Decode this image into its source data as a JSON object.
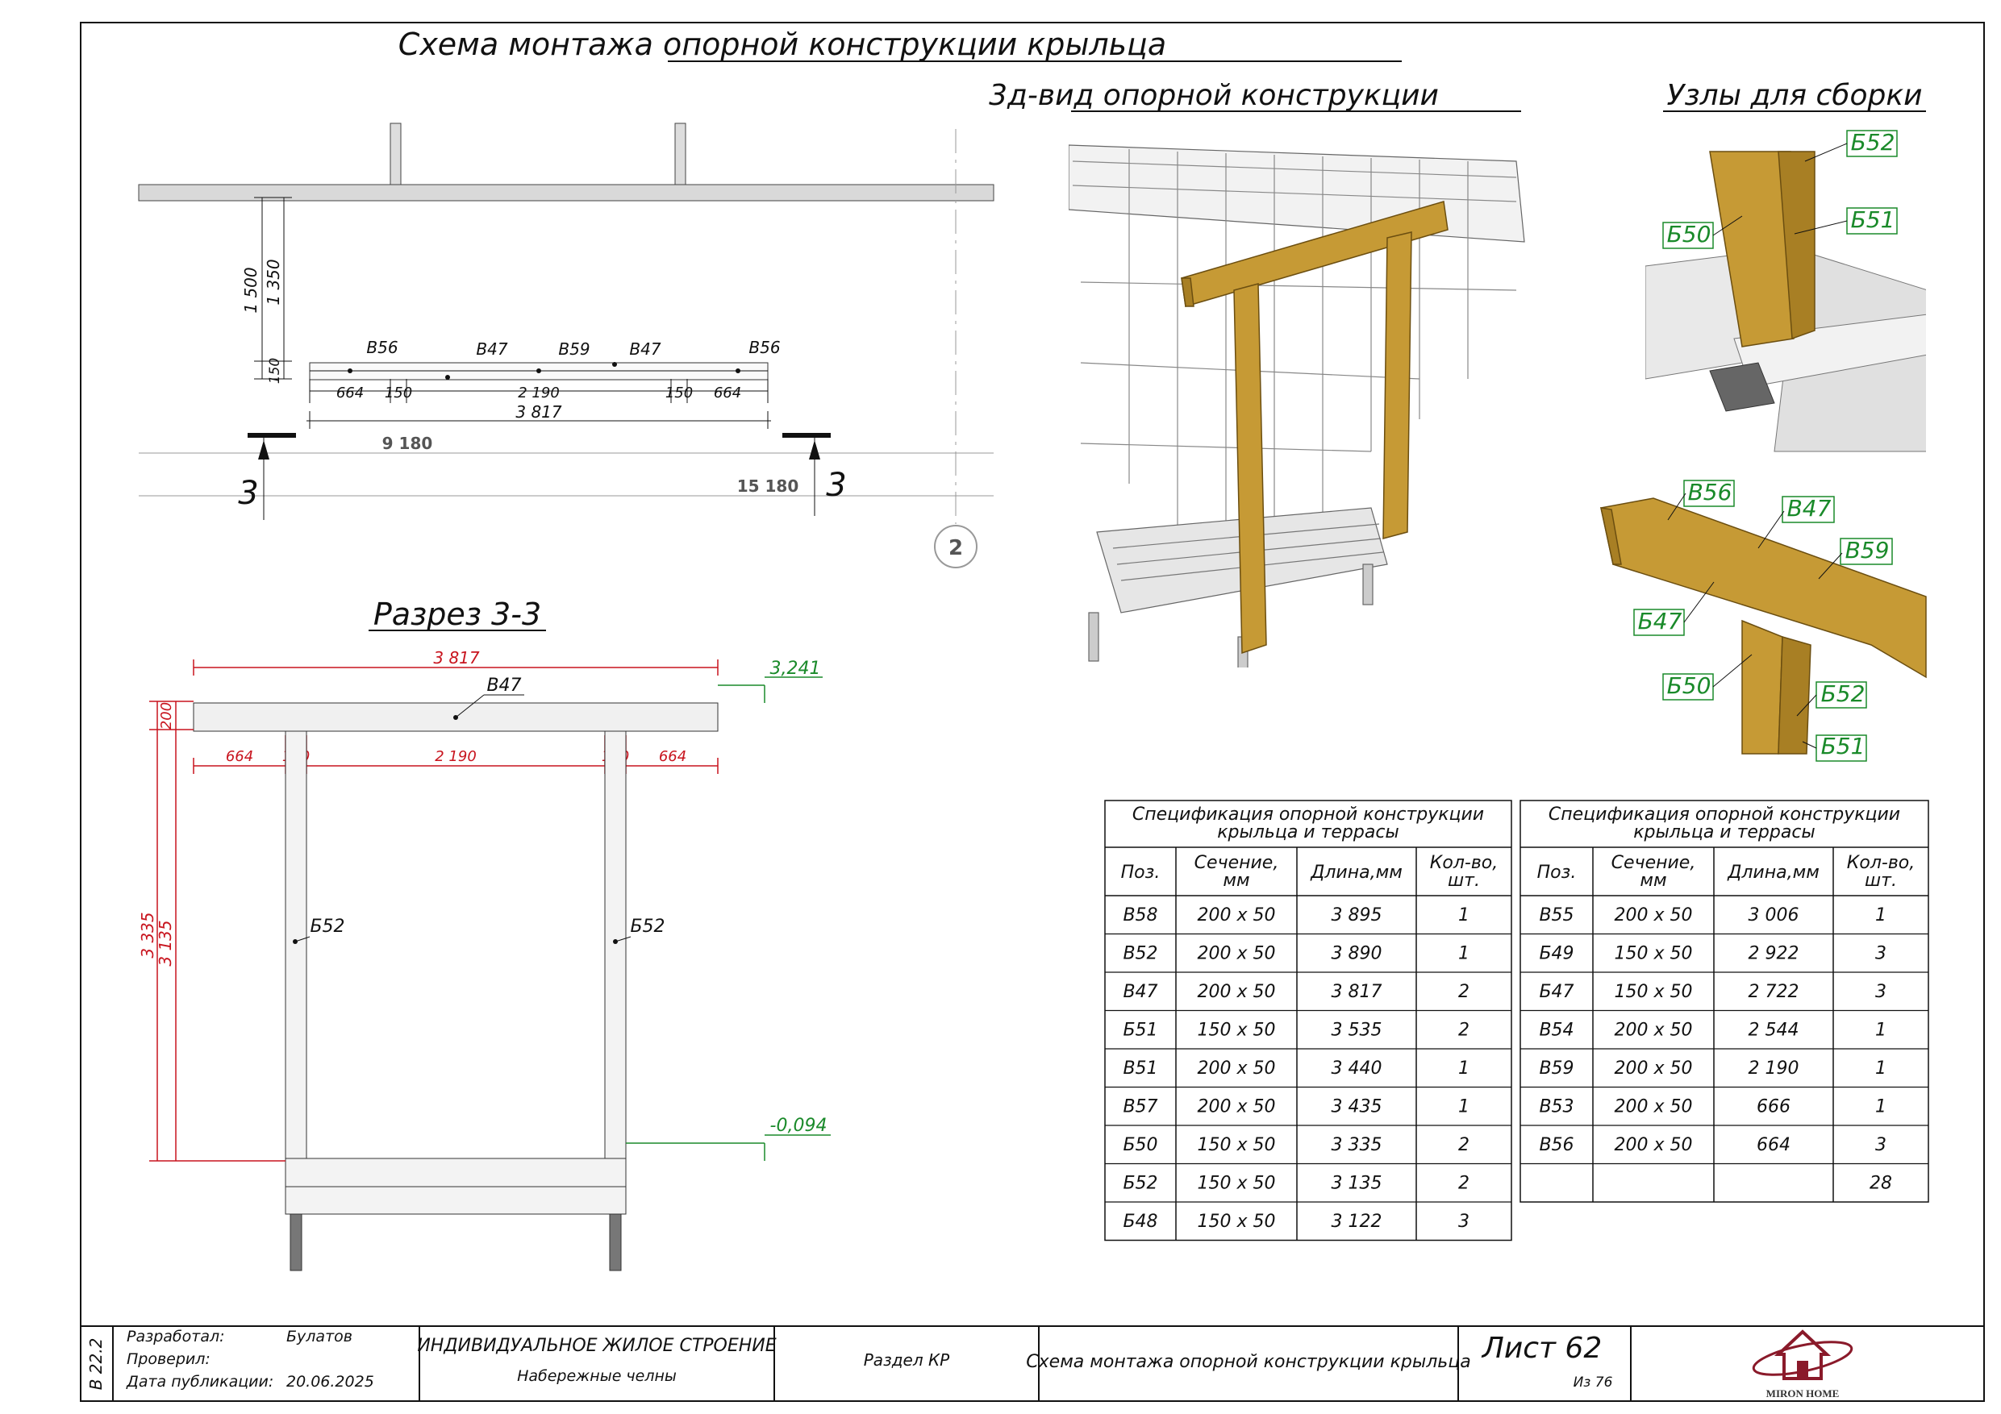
{
  "title": "Схема монтажа опорной конструкции крыльца",
  "view3d_title": "3д-вид опорной конструкции",
  "nodes_title": "Узлы для сборки",
  "plan": {
    "dims_vertical": [
      "1 500",
      "1 350",
      "150"
    ],
    "beam_labels": [
      "В56",
      "В47",
      "В59",
      "В47",
      "В56"
    ],
    "dims_bottom": [
      "664",
      "150",
      "2 190",
      "150",
      "664"
    ],
    "total": "3 817",
    "dist_left": "9 180",
    "dist_right": "15 180",
    "section_mark": "3",
    "axis": "2"
  },
  "section": {
    "title": "Разрез 3-3",
    "top_dim": "3 817",
    "top_level": "3,241",
    "bottom_level": "-0,094",
    "beam": "В47",
    "dims": [
      "664",
      "150",
      "2 190",
      "150",
      "664"
    ],
    "left_height": "200",
    "heights": [
      "3 335",
      "3 135"
    ],
    "posts": [
      "Б52",
      "Б52"
    ]
  },
  "node1_labels": [
    "Б52",
    "Б50",
    "Б51"
  ],
  "node2_labels": [
    "В56",
    "В47",
    "В59",
    "Б47",
    "Б50",
    "Б52",
    "Б51"
  ],
  "spec_left": {
    "title1": "Спецификация опорной конструкции",
    "title2": "крыльца и террасы",
    "headers": [
      "Поз.",
      "Сечение, мм",
      "Длина,мм",
      "Кол-во, шт."
    ],
    "rows": [
      [
        "В58",
        "200 x 50",
        "3 895",
        "1"
      ],
      [
        "В52",
        "200 x 50",
        "3 890",
        "1"
      ],
      [
        "В47",
        "200 x 50",
        "3 817",
        "2"
      ],
      [
        "Б51",
        "150 x 50",
        "3 535",
        "2"
      ],
      [
        "В51",
        "200 x 50",
        "3 440",
        "1"
      ],
      [
        "В57",
        "200 x 50",
        "3 435",
        "1"
      ],
      [
        "Б50",
        "150 x 50",
        "3 335",
        "2"
      ],
      [
        "Б52",
        "150 x 50",
        "3 135",
        "2"
      ],
      [
        "Б48",
        "150 x 50",
        "3 122",
        "3"
      ]
    ]
  },
  "spec_right": {
    "title1": "Спецификация опорной конструкции",
    "title2": "крыльца и террасы",
    "headers": [
      "Поз.",
      "Сечение, мм",
      "Длина,мм",
      "Кол-во, шт."
    ],
    "rows": [
      [
        "В55",
        "200 x 50",
        "3 006",
        "1"
      ],
      [
        "Б49",
        "150 x 50",
        "2 922",
        "3"
      ],
      [
        "Б47",
        "150 x 50",
        "2 722",
        "3"
      ],
      [
        "В54",
        "200 x 50",
        "2 544",
        "1"
      ],
      [
        "В59",
        "200 x 50",
        "2 190",
        "1"
      ],
      [
        "В53",
        "200 x 50",
        "666",
        "1"
      ],
      [
        "В56",
        "200 x 50",
        "664",
        "3"
      ],
      [
        "",
        "",
        "",
        "28"
      ]
    ]
  },
  "stamp": {
    "code": "В 22.2",
    "developed_label": "Разработал:",
    "developed_value": "Булатов",
    "checked_label": "Проверил:",
    "date_label": "Дата публикации:",
    "date_value": "20.06.2025",
    "project": "ИНДИВИДУАЛЬНОЕ ЖИЛОЕ СТРОЕНИЕ",
    "city": "Набережные челны",
    "section": "Раздел КР",
    "sheet_title": "Схема монтажа опорной конструкции крыльца",
    "sheet": "Лист 62",
    "of": "Из 76",
    "brand": "MIRON HOME",
    "brand_color": "#8a1a2a"
  }
}
